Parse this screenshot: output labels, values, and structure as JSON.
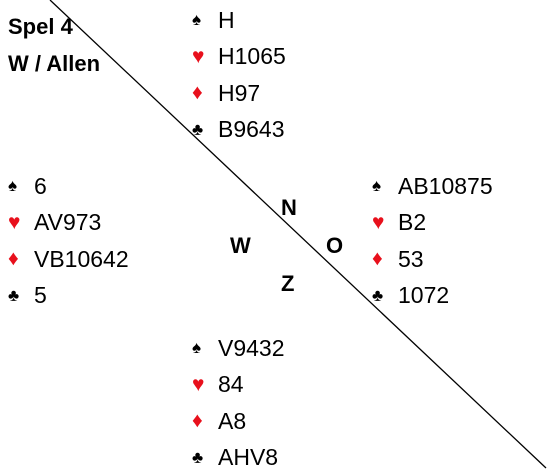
{
  "deal": {
    "title_line1": "Spel 4",
    "title_line2": "W / Allen"
  },
  "suit_symbols": {
    "spades": "♠",
    "hearts": "♥",
    "diamonds": "♦",
    "clubs": "♣"
  },
  "colors": {
    "red_suit": "#e8101c",
    "black_suit": "#000000"
  },
  "compass": {
    "north": "N",
    "south": "Z",
    "west": "W",
    "east": "O"
  },
  "hands": {
    "north": {
      "spades": "H",
      "hearts": "H1065",
      "diamonds": "H97",
      "clubs": "B9643"
    },
    "west": {
      "spades": "6",
      "hearts": "AV973",
      "diamonds": "VB10642",
      "clubs": "5"
    },
    "east": {
      "spades": "AB10875",
      "hearts": "B2",
      "diamonds": "53",
      "clubs": "1072"
    },
    "south": {
      "spades": "V9432",
      "hearts": "84",
      "diamonds": "A8",
      "clubs": "AHV8"
    }
  }
}
